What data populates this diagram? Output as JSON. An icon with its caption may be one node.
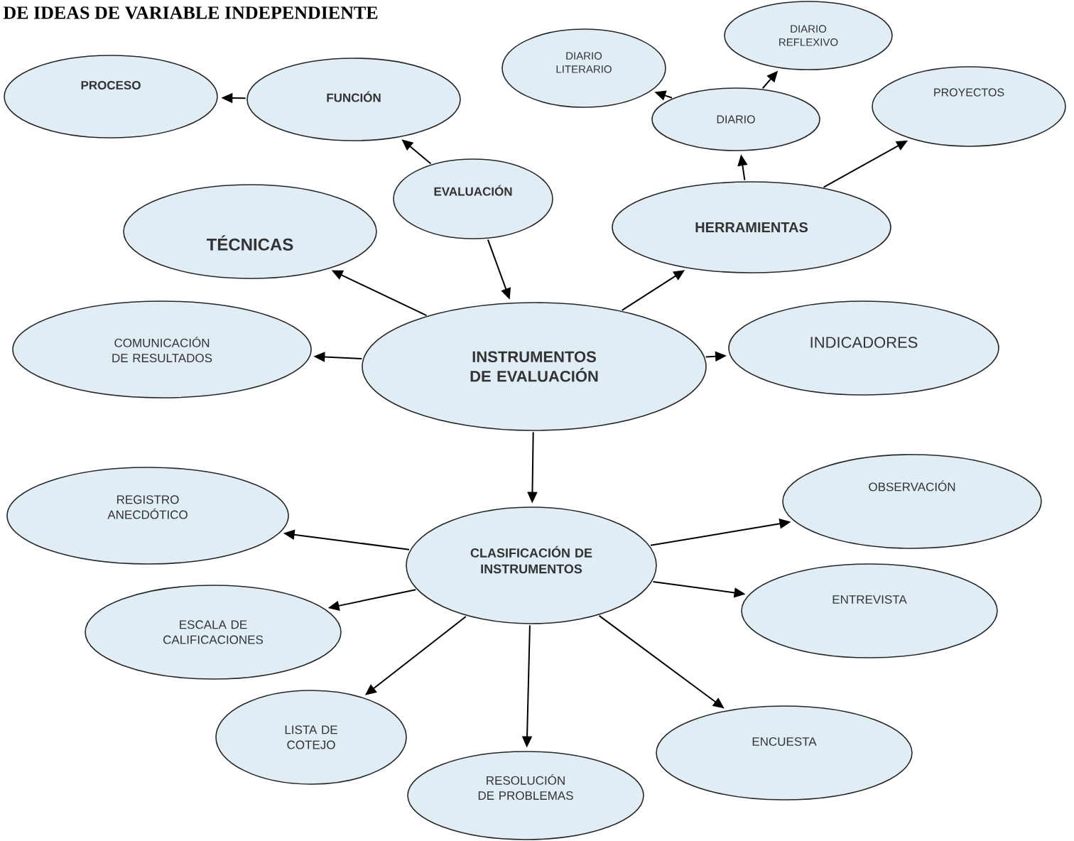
{
  "diagram": {
    "title": "DE IDEAS DE VARIABLE INDEPENDIENTE",
    "nodes": [
      {
        "text": [
          "PROCESO"
        ]
      },
      {
        "text": [
          "FUNCIÓN"
        ]
      },
      {
        "text": [
          "EVALUACIÓN"
        ]
      },
      {
        "text": [
          "TÉCNICAS"
        ]
      },
      {
        "text": [
          "COMUNICACIÓN DE RESULTADOS"
        ]
      },
      {
        "text": [
          "INSTRUMENTOS DE EVALUACIÓN"
        ]
      },
      {
        "text": [
          "DIARIO LITERARIO"
        ]
      },
      {
        "text": [
          "DIARIO REFLEXIVO"
        ]
      },
      {
        "text": [
          "DIARIO"
        ]
      },
      {
        "text": [
          "PROYECTOS"
        ]
      },
      {
        "text": [
          "HERRAMIENTAS"
        ]
      },
      {
        "text": [
          "INDICADORES"
        ]
      },
      {
        "text": [
          "REGISTRO ANECDÓTICO"
        ]
      },
      {
        "text": [
          "CLASIFICACIÓN DE INSTRUMENTOS"
        ]
      },
      {
        "text": [
          "OBSERVACIÓN"
        ]
      },
      {
        "text": [
          "ESCALA DE CALIFICACIONES"
        ]
      },
      {
        "text": [
          "ENTREVISTA"
        ]
      },
      {
        "text": [
          "LISTA DE COTEJO"
        ]
      },
      {
        "text": [
          "ENCUESTA"
        ]
      },
      {
        "text": [
          "RESOLUCIÓN DE PROBLEMAS"
        ]
      }
    ],
    "edges": [
      {
        "from": 1,
        "to": 0,
        "arrow": "to"
      },
      {
        "from": 2,
        "to": 1,
        "arrow": "to"
      },
      {
        "from": 2,
        "to": 5,
        "arrow": "to"
      },
      {
        "from": 5,
        "to": 3,
        "arrow": "to"
      },
      {
        "from": 5,
        "to": 4,
        "arrow": "to"
      },
      {
        "from": 5,
        "to": 10,
        "arrow": "to"
      },
      {
        "from": 5,
        "to": 11,
        "arrow": "to"
      },
      {
        "from": 5,
        "to": 13,
        "arrow": "to"
      },
      {
        "from": 10,
        "to": 8,
        "arrow": "to"
      },
      {
        "from": 10,
        "to": 9,
        "arrow": "to"
      },
      {
        "from": 8,
        "to": 6,
        "arrow": "to"
      },
      {
        "from": 8,
        "to": 7,
        "arrow": "to"
      },
      {
        "from": 13,
        "to": 12,
        "arrow": "to"
      },
      {
        "from": 13,
        "to": 15,
        "arrow": "to"
      },
      {
        "from": 13,
        "to": 17,
        "arrow": "to"
      },
      {
        "from": 13,
        "to": 19,
        "arrow": "to"
      },
      {
        "from": 13,
        "to": 18,
        "arrow": "to"
      },
      {
        "from": 13,
        "to": 16,
        "arrow": "to"
      },
      {
        "from": 13,
        "to": 14,
        "arrow": "to"
      }
    ]
  }
}
